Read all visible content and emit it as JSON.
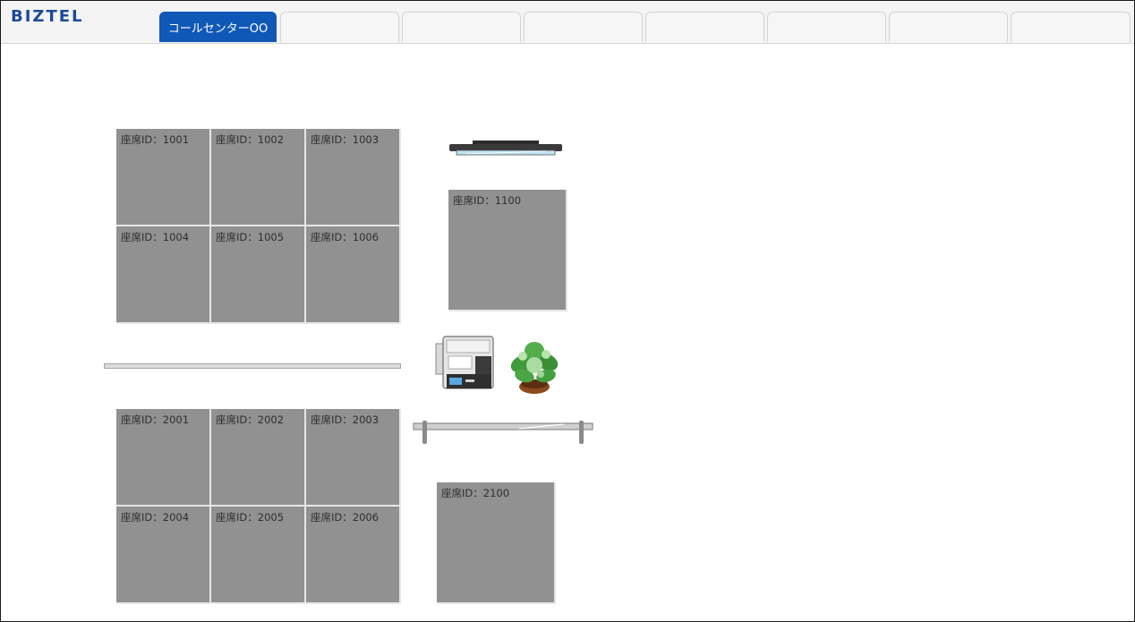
{
  "header": {
    "logo": "BIZTEL",
    "tabs": [
      {
        "label": "コールセンターOO",
        "active": true
      },
      {
        "label": "",
        "active": false
      },
      {
        "label": "",
        "active": false
      },
      {
        "label": "",
        "active": false
      },
      {
        "label": "",
        "active": false
      },
      {
        "label": "",
        "active": false
      },
      {
        "label": "",
        "active": false
      },
      {
        "label": "",
        "active": false
      }
    ]
  },
  "floor": {
    "seats_top": [
      {
        "label": "座席ID：1001"
      },
      {
        "label": "座席ID：1002"
      },
      {
        "label": "座席ID：1003"
      },
      {
        "label": "座席ID：1004"
      },
      {
        "label": "座席ID：1005"
      },
      {
        "label": "座席ID：1006"
      }
    ],
    "seat_top_single": {
      "label": "座席ID：1100"
    },
    "seats_bottom": [
      {
        "label": "座席ID：2001"
      },
      {
        "label": "座席ID：2002"
      },
      {
        "label": "座席ID：2003"
      },
      {
        "label": "座席ID：2004"
      },
      {
        "label": "座席ID：2005"
      },
      {
        "label": "座席ID：2006"
      }
    ],
    "seat_bottom_single": {
      "label": "座席ID：2100"
    },
    "icons": {
      "monitor": "wall-monitor-icon",
      "printer": "printer-icon",
      "plant": "potted-plant-icon",
      "shelf": "wall-shelf-icon"
    }
  },
  "colors": {
    "accent": "#0f58b7",
    "seat": "#919191",
    "logo": "#1b4a9a"
  }
}
